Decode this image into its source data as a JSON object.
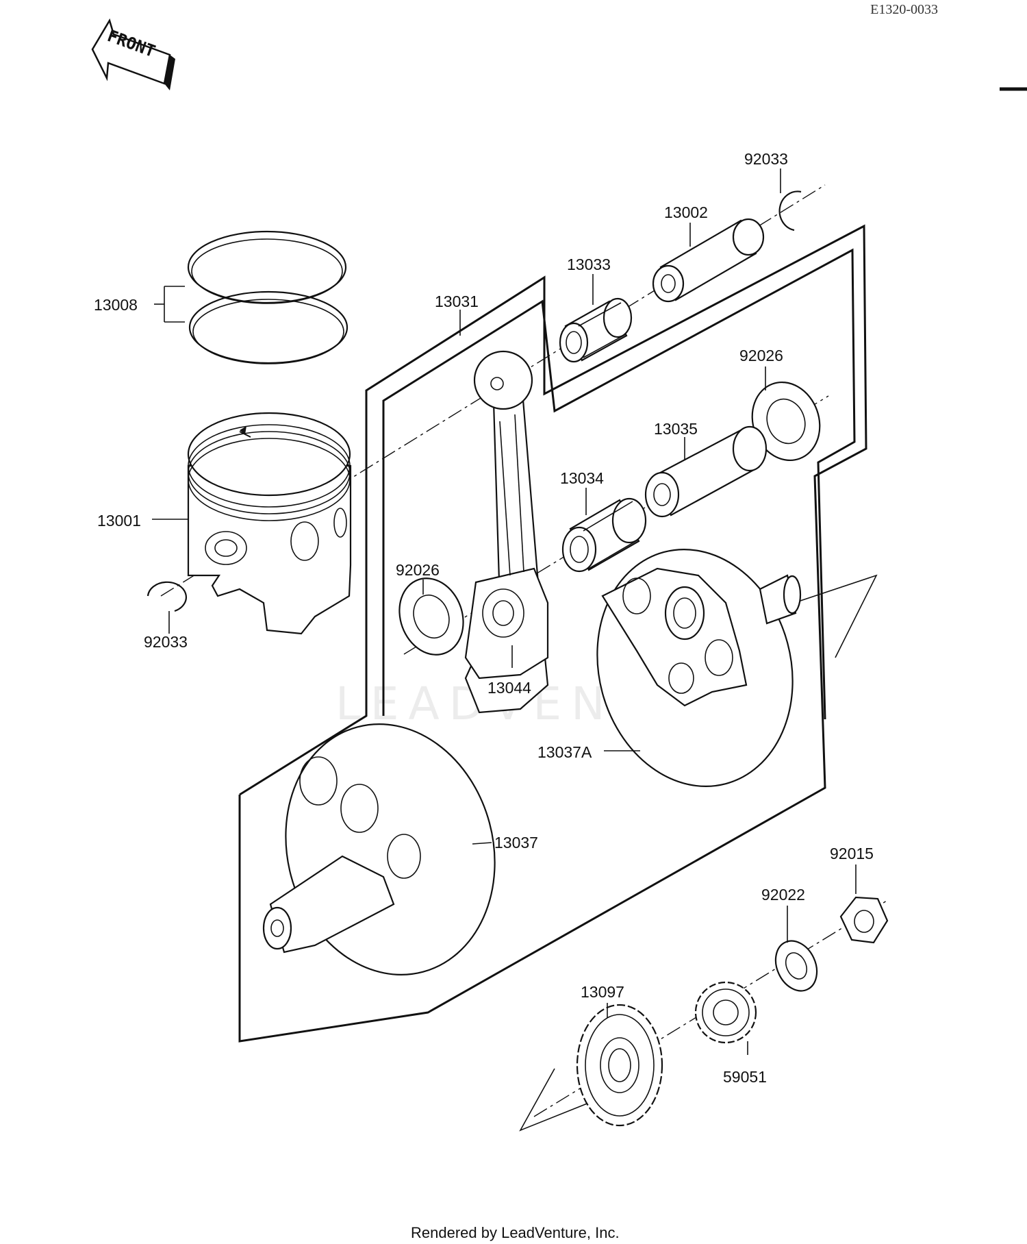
{
  "diagram_code": "E1320-0033",
  "front_label": "FRONT",
  "watermark": "LEADVENTURE",
  "footer": "Rendered by LeadVenture, Inc.",
  "parts": {
    "rings": "13008",
    "piston": "13001",
    "circlip_left": "92033",
    "circlip_top": "92033",
    "piston_pin": "13002",
    "bearing_small_end": "13033",
    "connecting_rod": "13031",
    "washer_upper": "92026",
    "crank_pin": "13035",
    "bearing_big_end": "13034",
    "washer_lower": "92026",
    "key": "13044",
    "flywheel_right": "13037A",
    "flywheel_left": "13037",
    "nut": "92015",
    "washer_nut": "92022",
    "gear_large": "13097",
    "gear_small": "59051"
  }
}
